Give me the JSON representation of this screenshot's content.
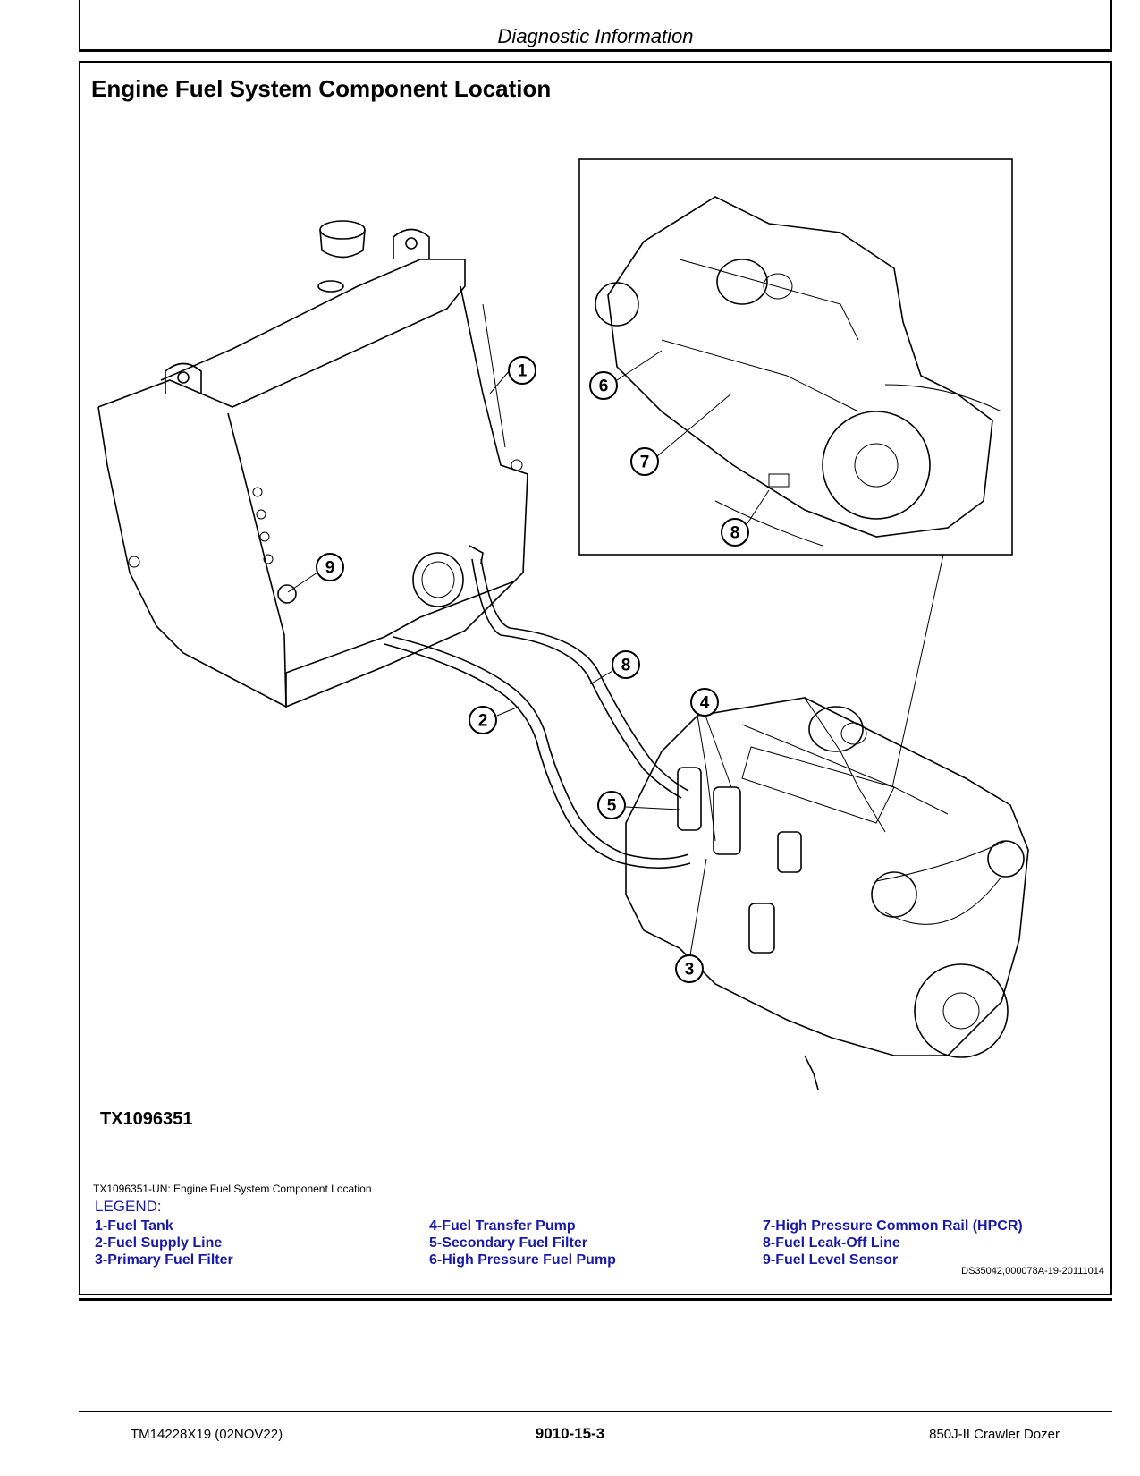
{
  "header": {
    "title": "Diagnostic Information"
  },
  "section": {
    "title": "Engine Fuel System Component Location"
  },
  "figure": {
    "id": "TX1096351",
    "caption": "TX1096351-UN: Engine Fuel System Component Location",
    "callouts": [
      "1",
      "2",
      "3",
      "4",
      "5",
      "6",
      "7",
      "8",
      "8",
      "9"
    ]
  },
  "legend": {
    "heading": "LEGEND:",
    "items": [
      "1-Fuel Tank",
      "2-Fuel Supply Line",
      "3-Primary Fuel Filter",
      "4-Fuel Transfer Pump",
      "5-Secondary Fuel Filter",
      "6-High Pressure Fuel Pump",
      "7-High Pressure Common Rail (HPCR)",
      "8-Fuel Leak-Off Line",
      "9-Fuel Level Sensor"
    ],
    "doc_ref": "DS35042,000078A-19-20111014"
  },
  "footer": {
    "left": "TM14228X19 (02NOV22)",
    "center": "9010-15-3",
    "right": "850J-II Crawler Dozer"
  },
  "colors": {
    "legend_text": "#1a1aa8"
  }
}
